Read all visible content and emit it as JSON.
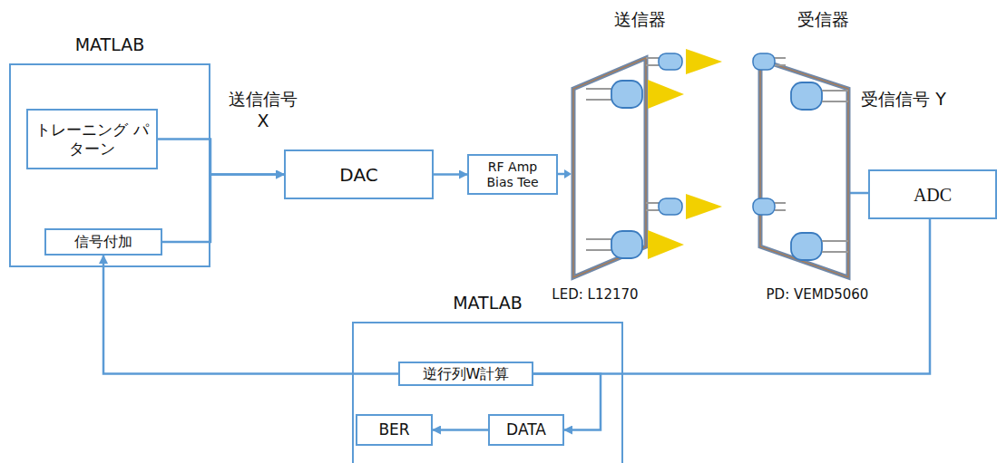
{
  "diagram": {
    "nodes": [
      {
        "text": [
          "MATLAB"
        ]
      },
      {
        "text": [
          "トレーニング パターン"
        ],
        "in": 0
      },
      {
        "text": [
          "信号付加"
        ],
        "in": 0
      },
      {
        "text": [
          "DAC"
        ]
      },
      {
        "text": [
          "RF Amp Bias Tee"
        ]
      },
      {
        "text": [
          "ADC"
        ]
      },
      {
        "text": [
          "MATLAB"
        ]
      },
      {
        "text": [
          "逆行列W計算"
        ],
        "in": 6
      },
      {
        "text": [
          "BER"
        ],
        "in": 6
      },
      {
        "text": [
          "DATA"
        ],
        "in": 6
      }
    ],
    "edges": [
      {
        "from": 1,
        "to": 3,
        "arrow": "to"
      },
      {
        "from": 2,
        "to": 3,
        "arrow": "to"
      },
      {
        "from": 3,
        "to": 4,
        "arrow": "to"
      },
      {
        "from": 5,
        "to": 7,
        "arrow": "none"
      },
      {
        "from": 7,
        "to": 2,
        "arrow": "to"
      },
      {
        "from": 7,
        "to": 9,
        "arrow": "to"
      },
      {
        "from": 9,
        "to": 8,
        "arrow": "to"
      }
    ],
    "labels": [
      "送信信号 X",
      "送信器",
      "受信器",
      "受信信号 Y",
      "LED: L12170",
      "PD: VEMD5060"
    ]
  }
}
